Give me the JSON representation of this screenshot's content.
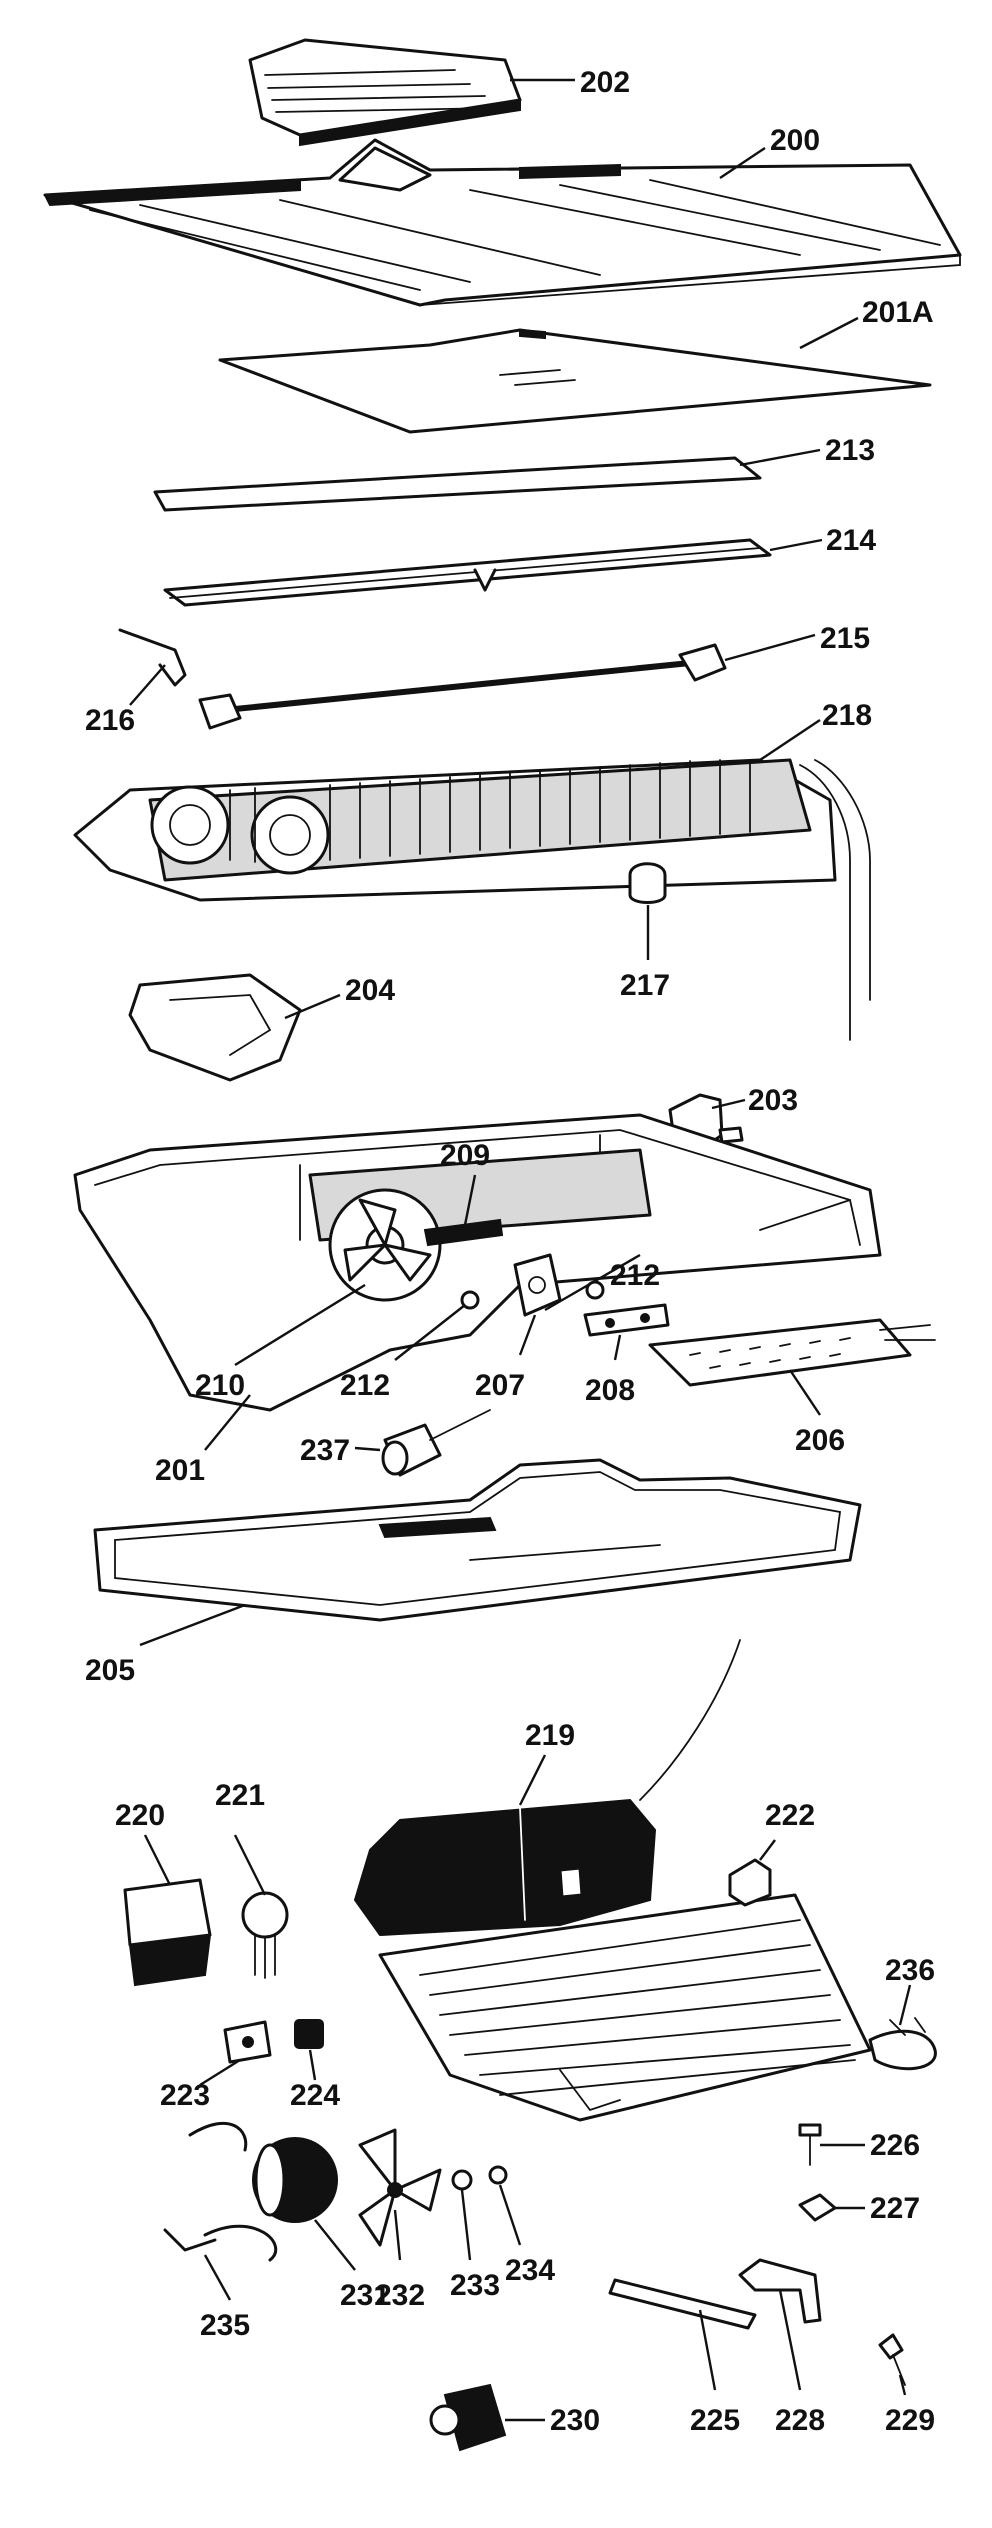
{
  "diagram": {
    "part_labels": {
      "p200": "200",
      "p201": "201",
      "p201a": "201A",
      "p202": "202",
      "p203": "203",
      "p204": "204",
      "p205": "205",
      "p206": "206",
      "p207": "207",
      "p208": "208",
      "p209": "209",
      "p210": "210",
      "p212a": "212",
      "p212b": "212",
      "p213": "213",
      "p214": "214",
      "p215": "215",
      "p216": "216",
      "p217": "217",
      "p218": "218",
      "p219": "219",
      "p220": "220",
      "p221": "221",
      "p222": "222",
      "p223": "223",
      "p224": "224",
      "p225": "225",
      "p226": "226",
      "p227": "227",
      "p228": "228",
      "p229": "229",
      "p230": "230",
      "p231": "231",
      "p232": "232",
      "p233": "233",
      "p234": "234",
      "p235": "235",
      "p236": "236",
      "p237": "237"
    }
  }
}
